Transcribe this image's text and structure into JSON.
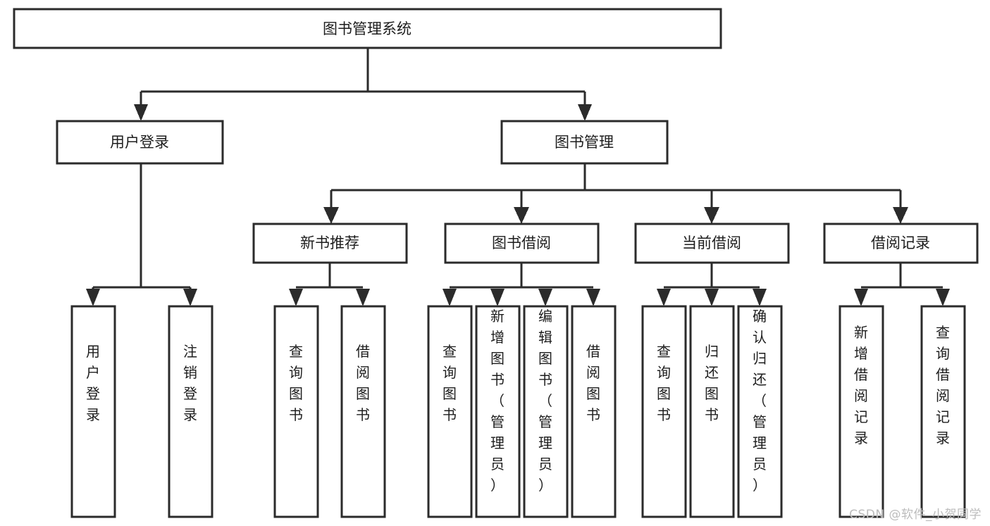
{
  "diagram": {
    "title": "图书管理系统",
    "type": "tree-hierarchy-chart",
    "orientation": "top-down",
    "colors": {
      "box_stroke": "#2b2b2b",
      "box_fill": "#ffffff",
      "connector": "#2b2b2b",
      "text": "#1d1d1d",
      "background": "#ffffff",
      "watermark": "#bcbcbc"
    }
  },
  "root": {
    "label": "图书管理系统"
  },
  "level2": [
    {
      "label": "用户登录"
    },
    {
      "label": "图书管理"
    }
  ],
  "level3": [
    {
      "label": "新书推荐"
    },
    {
      "label": "图书借阅"
    },
    {
      "label": "当前借阅"
    },
    {
      "label": "借阅记录"
    }
  ],
  "leaves": {
    "user_login": [
      {
        "label": "用户登录"
      },
      {
        "label": "注销登录"
      }
    ],
    "new_book_recommend": [
      {
        "label": "查询图书"
      },
      {
        "label": "借阅图书"
      }
    ],
    "book_borrow": [
      {
        "label": "查询图书"
      },
      {
        "label": "新增图书（管理员）"
      },
      {
        "label": "编辑图书（管理员）"
      },
      {
        "label": "借阅图书"
      }
    ],
    "current_borrow": [
      {
        "label": "查询图书"
      },
      {
        "label": "归还图书"
      },
      {
        "label": "确认归还（管理员）"
      }
    ],
    "borrow_record": [
      {
        "label": "新增借阅记录"
      },
      {
        "label": "查询借阅记录"
      }
    ]
  },
  "watermark": {
    "text": "CSDN @软件_小贺同学"
  }
}
